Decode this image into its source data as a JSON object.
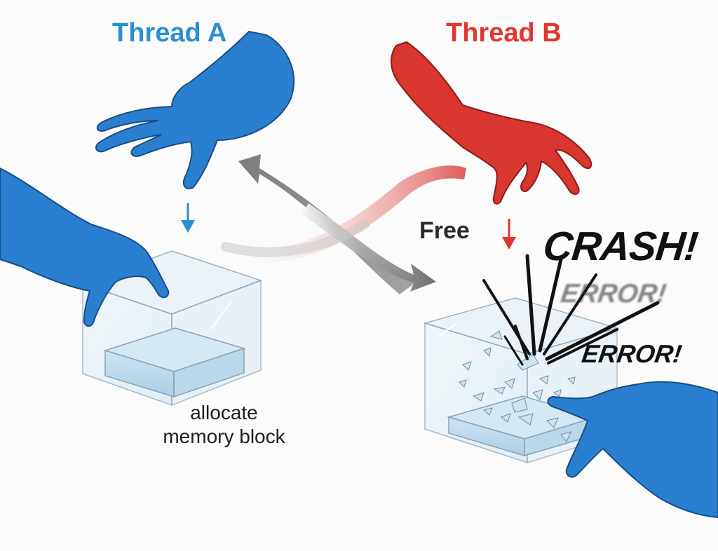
{
  "labels": {
    "thread_a": "Thread A",
    "thread_b": "Thread B",
    "free": "Free",
    "allocate_line1": "allocate",
    "allocate_line2": "memory block",
    "crash": "CRASH!",
    "error_ghost": "ERROR!",
    "error_main": "ERROR!"
  },
  "colors": {
    "thread_a": "#2a8fd0",
    "thread_b": "#e2352d",
    "arrow_gray": "#6f6f6f"
  }
}
